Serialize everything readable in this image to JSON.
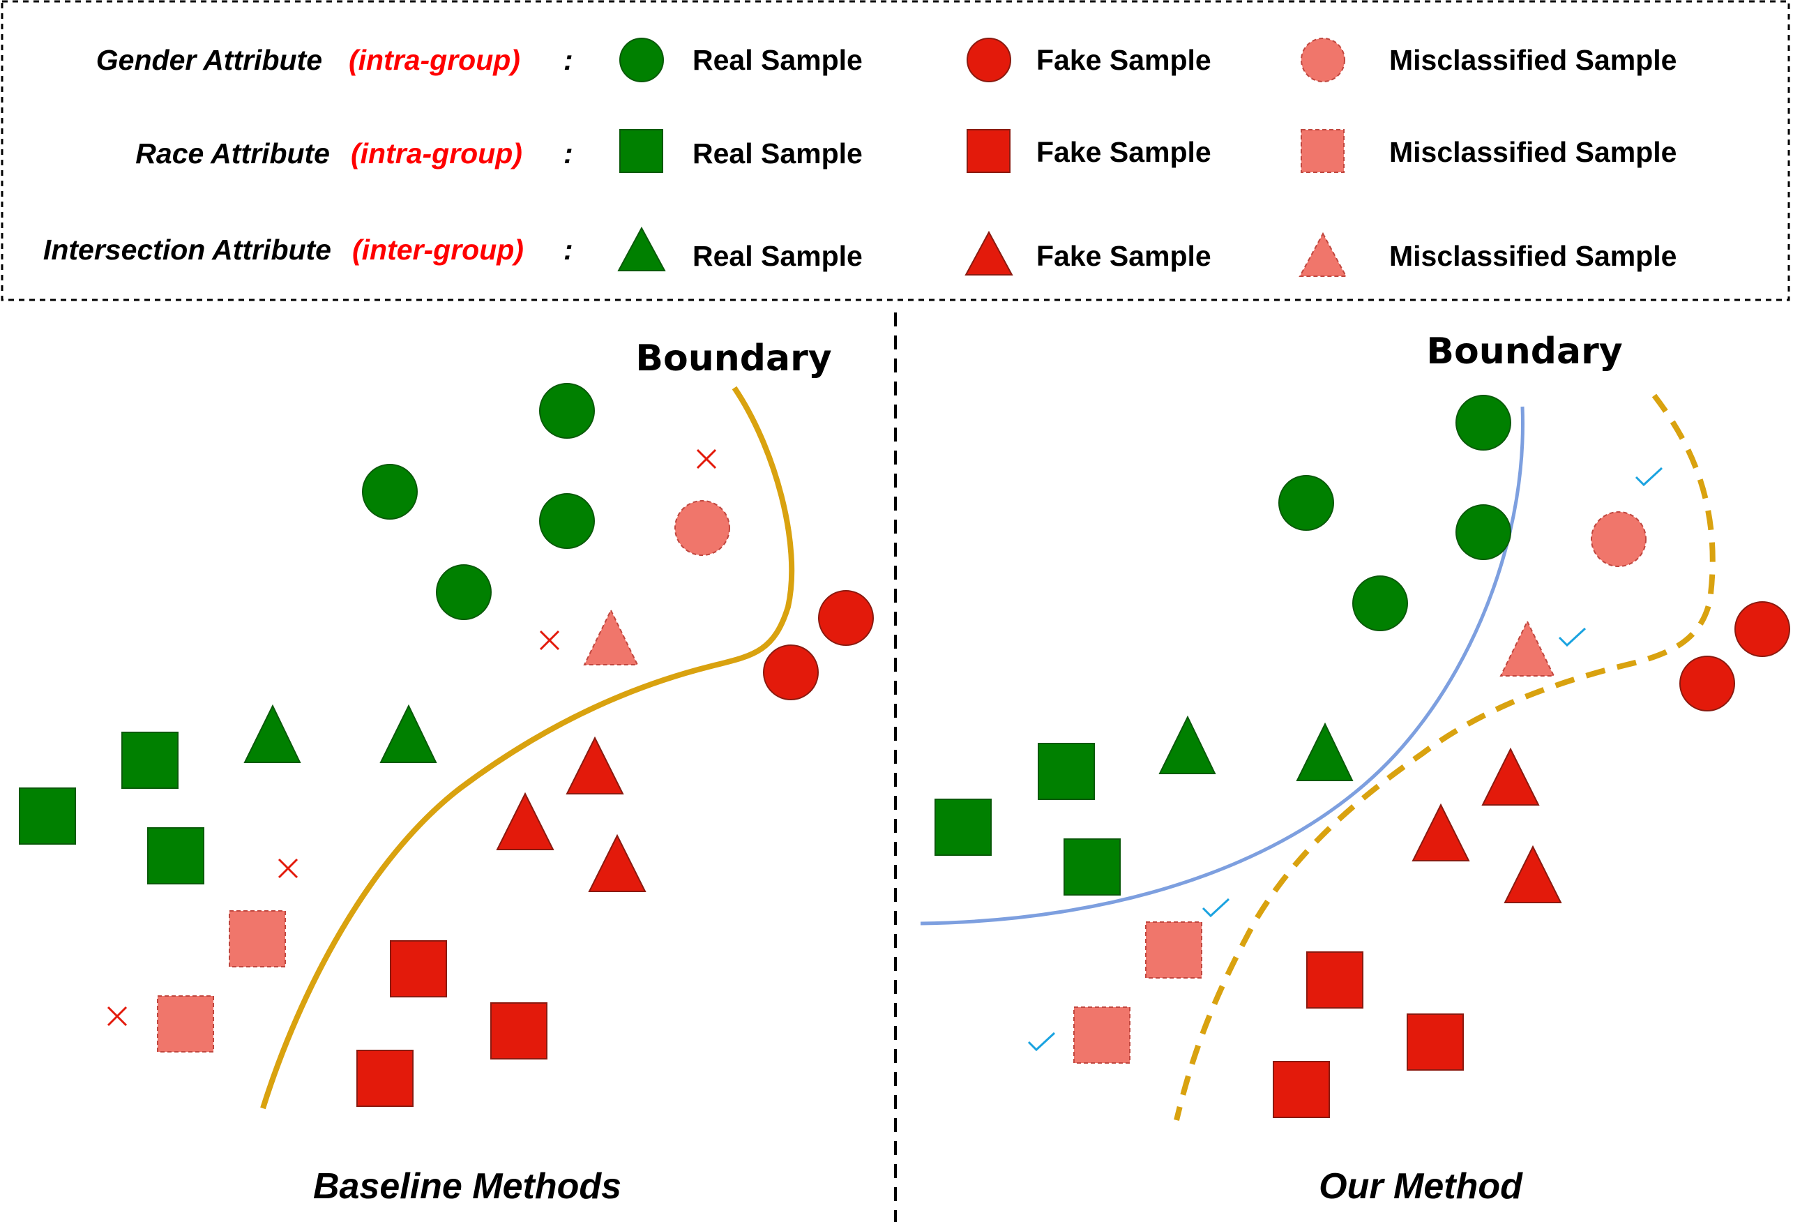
{
  "colors": {
    "real": "#008000",
    "fake": "#e31a0b",
    "misclassified": "#f0766b",
    "group_text": "#ff0000",
    "baseline_boundary": "#d9a20f",
    "our_boundary": "#7d9fdf",
    "cross_mark": "#e31a0b",
    "check_mark": "#1aa3e0"
  },
  "legend": {
    "rows": [
      {
        "attribute": "Gender Attribute",
        "group": "(intra-group)",
        "colon": ":",
        "shape": "circle",
        "real": "Real Sample",
        "fake": "Fake Sample",
        "misclassified": "Misclassified Sample"
      },
      {
        "attribute": "Race Attribute",
        "group": "(intra-group)",
        "colon": ":",
        "shape": "square",
        "real": "Real Sample",
        "fake": "Fake Sample",
        "misclassified": "Misclassified Sample"
      },
      {
        "attribute": "Intersection Attribute",
        "group": "(inter-group)",
        "colon": ":",
        "shape": "triangle",
        "real": "Real Sample",
        "fake": "Fake Sample",
        "misclassified": "Misclassified Sample"
      }
    ]
  },
  "panels": {
    "baseline": {
      "title": "Baseline Methods",
      "boundary_label": "Boundary",
      "mark_icon": "cross-icon"
    },
    "ours": {
      "title": "Our Method",
      "boundary_label": "Boundary",
      "mark_icon": "check-icon"
    }
  }
}
